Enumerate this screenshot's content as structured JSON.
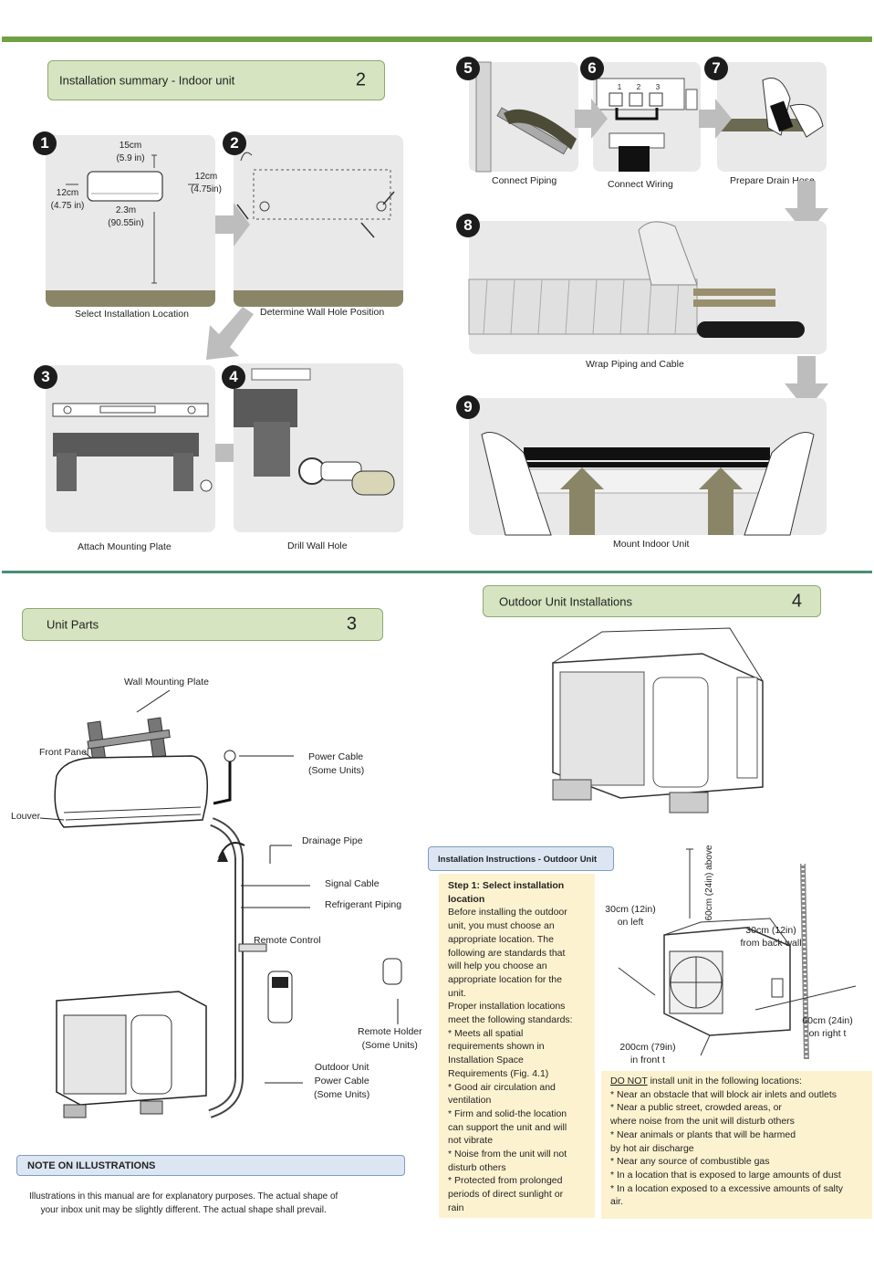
{
  "colors": {
    "green_rule": "#6ea142",
    "header_fill": "#d6e4c1",
    "note_fill": "#dce6f2",
    "yellow_fill": "#fdf2d0",
    "floor": "#8a8566"
  },
  "sec2": {
    "title": "Installation summary - Indoor unit",
    "number": "2",
    "steps": [
      {
        "num": "1",
        "caption": "Select Installation Location"
      },
      {
        "num": "2",
        "caption": "Determine Wall Hole Position"
      },
      {
        "num": "3",
        "caption": "Attach Mounting Plate"
      },
      {
        "num": "4",
        "caption": "Drill Wall Hole"
      },
      {
        "num": "5",
        "caption": "Connect Piping"
      },
      {
        "num": "6",
        "caption": "Connect Wiring"
      },
      {
        "num": "7",
        "caption": "Prepare Drain Hose"
      },
      {
        "num": "8",
        "caption": "Wrap Piping and Cable"
      },
      {
        "num": "9",
        "caption": "Mount Indoor Unit"
      }
    ],
    "dims": {
      "top1": "15cm",
      "top2": "(5.9 in)",
      "left1": "12cm",
      "left2": "(4.75 in)",
      "right1": "12cm",
      "right2": "(4.75in)",
      "bottom1": "2.3m",
      "bottom2": "(90.55in)"
    },
    "terminals": [
      "1",
      "2",
      "3"
    ]
  },
  "sec3": {
    "title": "Unit Parts",
    "number": "3",
    "labels": {
      "plate": "Wall Mounting Plate",
      "front": "Front Panel",
      "louver": "Louver",
      "power1": "Power Cable",
      "power2": "(Some Units)",
      "drain": "Drainage Pipe",
      "signal": "Signal Cable",
      "refrig": "Refrigerant Piping",
      "remote": "Remote Control",
      "holder1": "Remote Holder",
      "holder2": "(Some Units)",
      "outdoor1": "Outdoor Unit",
      "outdoor2": "Power Cable",
      "outdoor3": "(Some Units)"
    },
    "note_title": "NOTE ON ILLUSTRATIONS",
    "note_text1": "Illustrations in this manual are for explanatory purposes. The actual shape of",
    "note_text2": "your inbox unit may be slightly different. The actual shape shall prevail."
  },
  "sec4": {
    "title": "Outdoor Unit Installations",
    "number": "4",
    "instr_title": "Installation Instructions - Outdoor Unit",
    "step_title": "Step 1: Select installation location",
    "step_lines": [
      "Before installing the outdoor",
      "unit, you must choose an",
      "appropriate location. The",
      "following are standards that",
      "will help you choose an",
      "appropriate location for the",
      "unit.",
      "Proper installation locations",
      "meet the following standards:",
      "* Meets all spatial",
      "requirements shown in",
      "Installation Space",
      "Requirements (Fig. 4.1)",
      "* Good air circulation and",
      "ventilation",
      "* Firm and solid-the location",
      "can support the unit and will",
      "not vibrate",
      "* Noise from the unit will not",
      "disturb others",
      "* Protected from prolonged",
      "periods of direct sunlight or",
      "rain"
    ],
    "space": {
      "left1": "30cm (12in)",
      "left2": "on left",
      "above": "60cm (24in) above",
      "back1": "30cm (12in)",
      "back2": "from back wall",
      "right1": "60cm (24in)",
      "right2": "on right t",
      "front1": "200cm (79in)",
      "front2": "in front t"
    },
    "donot_u": "DO NOT",
    "donot_rest": " install unit in the following locations:",
    "donot_lines": [
      "* Near an obstacle that will block air inlets and outlets",
      "* Near a public street, crowded areas, or",
      "where noise from the unit will disturb others",
      "* Near animals or plants that will be harmed",
      "by hot air discharge",
      "* Near any source of combustible gas",
      "* In a location that is exposed to large amounts of dust",
      "* In a location exposed to a excessive amounts of salty",
      "air."
    ]
  }
}
